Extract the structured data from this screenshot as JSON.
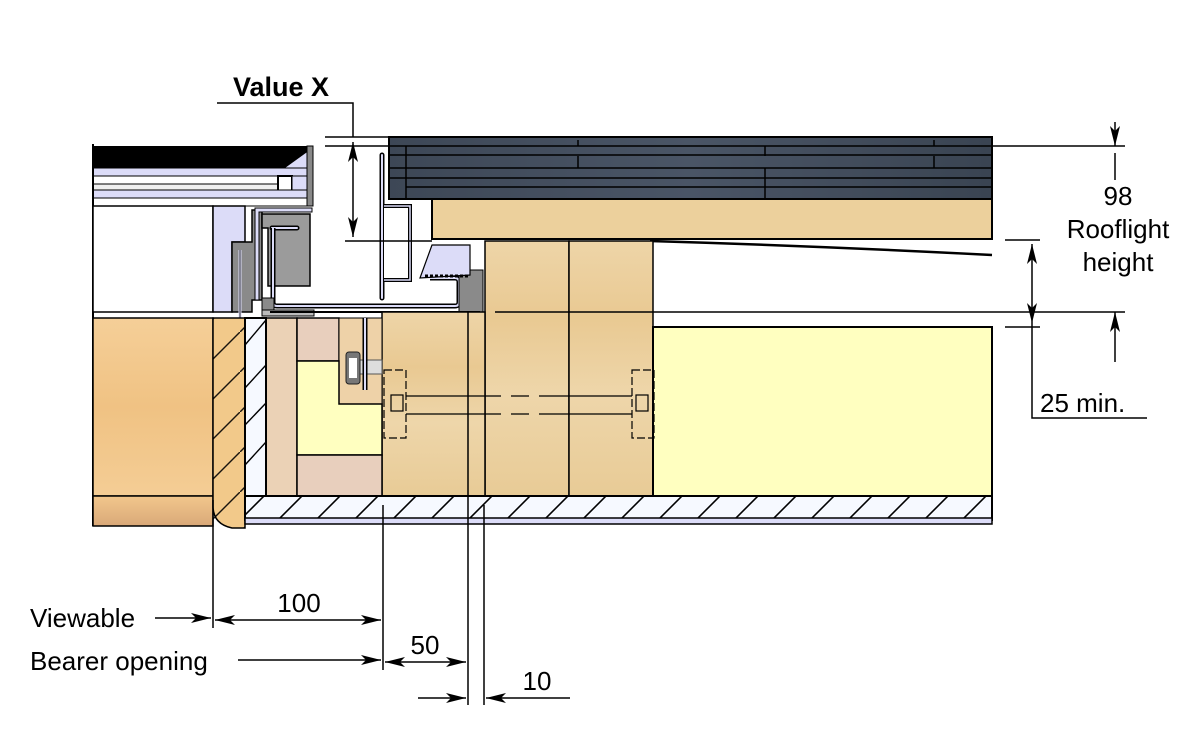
{
  "diagram": {
    "type": "rooflight-kerb-cross-section",
    "labels": {
      "value_x": "Value X",
      "rooflight_value": "98",
      "rooflight_line1": "Rooflight",
      "rooflight_line2": "height",
      "upstand_min": "25 min.",
      "viewable": "Viewable",
      "bearer_opening": "Bearer opening",
      "dim_100": "100",
      "dim_50": "50",
      "dim_10": "10"
    },
    "components": [
      {
        "name": "rooflight-glazing-unit",
        "color": "#000000"
      },
      {
        "name": "rooflight-frame-profile",
        "color": "#dcdcf8"
      },
      {
        "name": "aluminium-upstand-profile",
        "color": "#999999"
      },
      {
        "name": "roof-tiles-slate",
        "color": "#3a4350"
      },
      {
        "name": "timber-batten",
        "color": "#ecd09c"
      },
      {
        "name": "timber-kerb-upstand",
        "color": "#ecd09c"
      },
      {
        "name": "insulation",
        "color": "#ffffc0"
      },
      {
        "name": "internal-lining-timber",
        "color": "#f2c98a"
      },
      {
        "name": "plasterboard-ceiling",
        "color": "#f4f8ff"
      },
      {
        "name": "fixing-bolt",
        "color": "#cccccc"
      }
    ],
    "colors": {
      "line": "#000000",
      "slate": "#3a4350",
      "timber": "#ecd09c",
      "insulation": "#ffffc0",
      "frame": "#dcdcf8",
      "metal": "#999999",
      "hatch_bg": "#f6f9ff"
    }
  }
}
